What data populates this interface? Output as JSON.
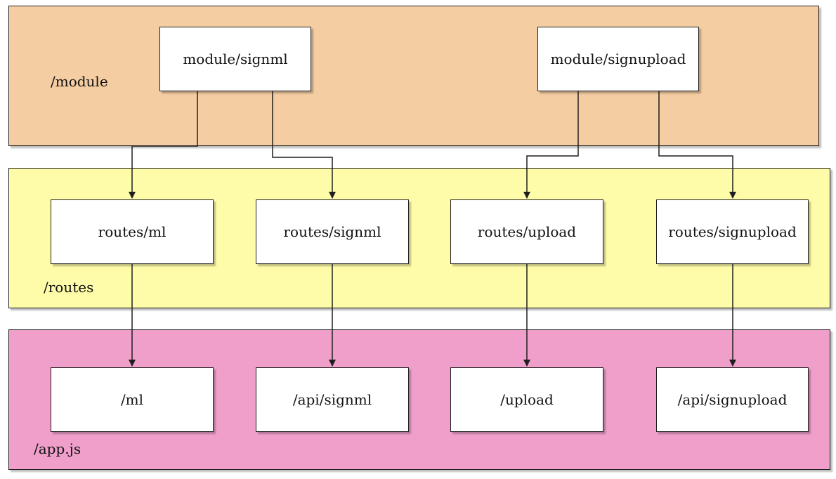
{
  "layers": {
    "module": {
      "label": "/module",
      "color": "#f5cda2",
      "boxes": {
        "signml": "module/signml",
        "signupload": "module/signupload"
      }
    },
    "routes": {
      "label": "/routes",
      "color": "#fefca8",
      "boxes": {
        "ml": "routes/ml",
        "signml": "routes/signml",
        "upload": "routes/upload",
        "signupload": "routes/signupload"
      }
    },
    "app": {
      "label": "/app.js",
      "color": "#f09fca",
      "boxes": {
        "ml": "/ml",
        "signml": "/api/signml",
        "upload": "/upload",
        "signupload": "/api/signupload"
      }
    }
  },
  "edges": [
    {
      "from": "module/signml",
      "to": "routes/ml"
    },
    {
      "from": "module/signml",
      "to": "routes/signml"
    },
    {
      "from": "module/signupload",
      "to": "routes/upload"
    },
    {
      "from": "module/signupload",
      "to": "routes/signupload"
    },
    {
      "from": "routes/ml",
      "to": "/ml"
    },
    {
      "from": "routes/signml",
      "to": "/api/signml"
    },
    {
      "from": "routes/upload",
      "to": "/upload"
    },
    {
      "from": "routes/signupload",
      "to": "/api/signupload"
    }
  ]
}
